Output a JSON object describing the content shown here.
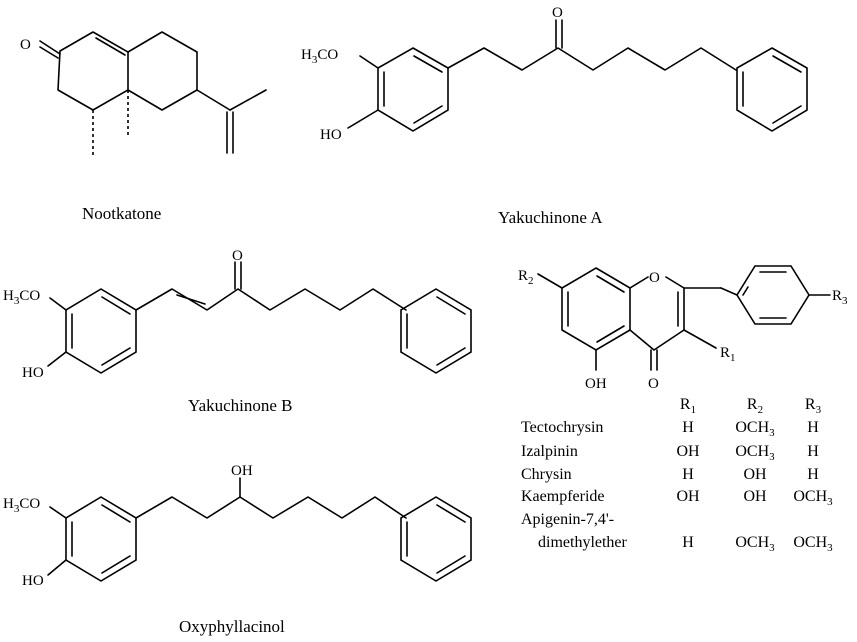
{
  "compounds": {
    "nootkatone": {
      "name": "Nootkatone",
      "o": "O"
    },
    "yakuchinone_a": {
      "name": "Yakuchinone A",
      "o": "O",
      "meo": "H",
      "meo2": "CO",
      "sub3": "3",
      "ho": "HO"
    },
    "yakuchinone_b": {
      "name": "Yakuchinone B",
      "o": "O",
      "meo": "H",
      "meo2": "CO",
      "sub3": "3",
      "ho": "HO"
    },
    "oxyphyllacinol": {
      "name": "Oxyphyllacinol",
      "oh": "OH",
      "meo": "H",
      "meo2": "CO",
      "sub3": "3",
      "ho": "HO"
    },
    "flavone": {
      "r1": "R",
      "r2": "R",
      "r3": "R",
      "s1": "1",
      "s2": "2",
      "s3": "3",
      "ring_o": "O",
      "keto_o": "O",
      "oh": "OH"
    }
  },
  "flavone_table": {
    "headers": [
      "R1",
      "R2",
      "R3"
    ],
    "rows": [
      {
        "name": "Tectochrysin",
        "r1": "H",
        "r2": "OCH3",
        "r3": "H"
      },
      {
        "name": "Izalpinin",
        "r1": "OH",
        "r2": "OCH3",
        "r3": "H"
      },
      {
        "name": "Chrysin",
        "r1": "H",
        "r2": "OH",
        "r3": "H"
      },
      {
        "name": "Kaempferide",
        "r1": "OH",
        "r2": "OH",
        "r3": "OCH3"
      },
      {
        "name": "Apigenin-7,4'-",
        "name2": "dimethylether",
        "r1": "H",
        "r2": "OCH3",
        "r3": "OCH3"
      }
    ]
  }
}
